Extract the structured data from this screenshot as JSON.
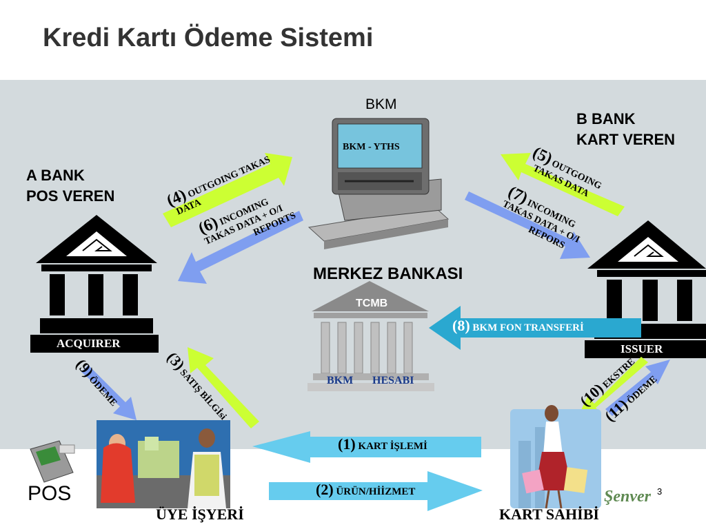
{
  "title": "Kredi Kartı Ödeme Sistemi",
  "bkm": {
    "label": "BKM",
    "screen": "BKM - YTHS"
  },
  "a_bank": {
    "line1": "A BANK",
    "line2": "POS VEREN",
    "badge": "ACQUIRER"
  },
  "b_bank": {
    "line1": "B BANK",
    "line2": "KART VEREN",
    "badge": "ISSUER"
  },
  "central_bank": {
    "title": "MERKEZ BANKASI",
    "roof": "TCMB",
    "base_left": "BKM",
    "base_right": "HESABI"
  },
  "pos": {
    "label": "POS"
  },
  "merchant": {
    "label": "ÜYE İŞYERİ"
  },
  "cardholder": {
    "label": "KART SAHİBİ"
  },
  "watermark": "Şenver",
  "page_number": "3",
  "steps": {
    "s1": {
      "num": "(1)",
      "text": "KART İŞLEMİ"
    },
    "s2": {
      "num": "(2)",
      "text": "ÜRÜN/HİİZMET"
    },
    "s3": {
      "num": "(3)",
      "text": "SATIŞ BİLGİsi"
    },
    "s4": {
      "num": "(4)",
      "line1": "OUTGOING TAKAS",
      "line2": "DATA"
    },
    "s5": {
      "num": "(5)",
      "line1": "OUTGOING",
      "line2": "TAKAS DATA"
    },
    "s6": {
      "num": "(6)",
      "line1": "INCOMING",
      "line2": "TAKAS DATA + O/I",
      "line3": "REPORTS"
    },
    "s7": {
      "num": "(7)",
      "line1": "INCOMING",
      "line2": "TAKAS DATA + O/I",
      "line3": "REPORS"
    },
    "s8": {
      "num": "(8)",
      "text": "BKM FON TRANSFERİ"
    },
    "s9": {
      "num": "(9)",
      "text": "ÖDEME"
    },
    "s10": {
      "num": "(10)",
      "text": "EKSTRE"
    },
    "s11": {
      "num": "(11)",
      "text": "ÖDEME"
    }
  },
  "colors": {
    "panel": "#d3dadd",
    "green_arrow": "#ccff33",
    "blue_arrow": "#7f9ef0",
    "cyan_arrow": "#66ccee",
    "teal_arrow": "#2aa8d0",
    "bank_icon": "#000000"
  }
}
